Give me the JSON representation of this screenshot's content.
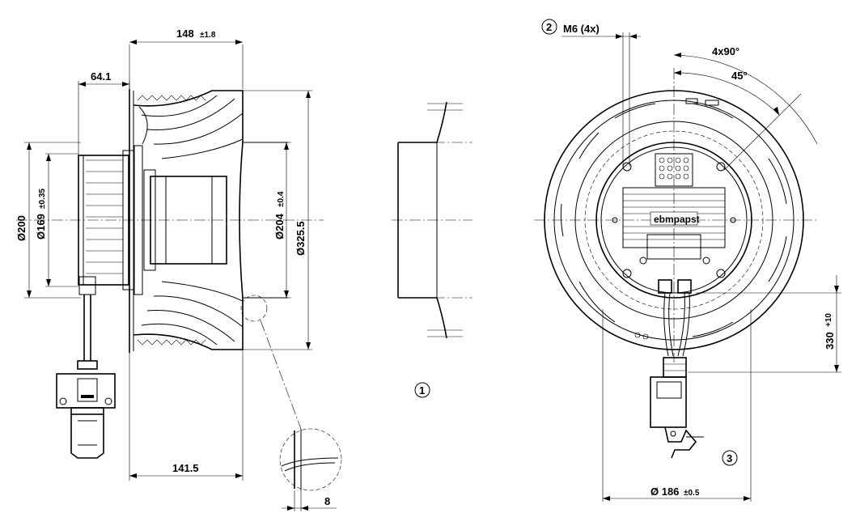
{
  "side_view": {
    "width_148": "148",
    "tol_148": "±1.8",
    "length_64": "64.1",
    "dia_200": "Ø200",
    "dia_169": "Ø169",
    "tol_169": "±0.35",
    "dia_204": "Ø204",
    "tol_204": "±0.4",
    "dia_325": "Ø325.5",
    "length_141": "141.5",
    "detail_8": "8"
  },
  "nozzle_view": {
    "callout_1": "1"
  },
  "front_view": {
    "callout_2": "2",
    "thread": "M6 (4x)",
    "angle_4x90": "4x90°",
    "angle_45": "45°",
    "cable_330": "330",
    "tol_330": "+10",
    "dia_186": "Ø 186",
    "tol_186": "±0.5",
    "callout_3": "3",
    "brand": "ebmpapst"
  }
}
